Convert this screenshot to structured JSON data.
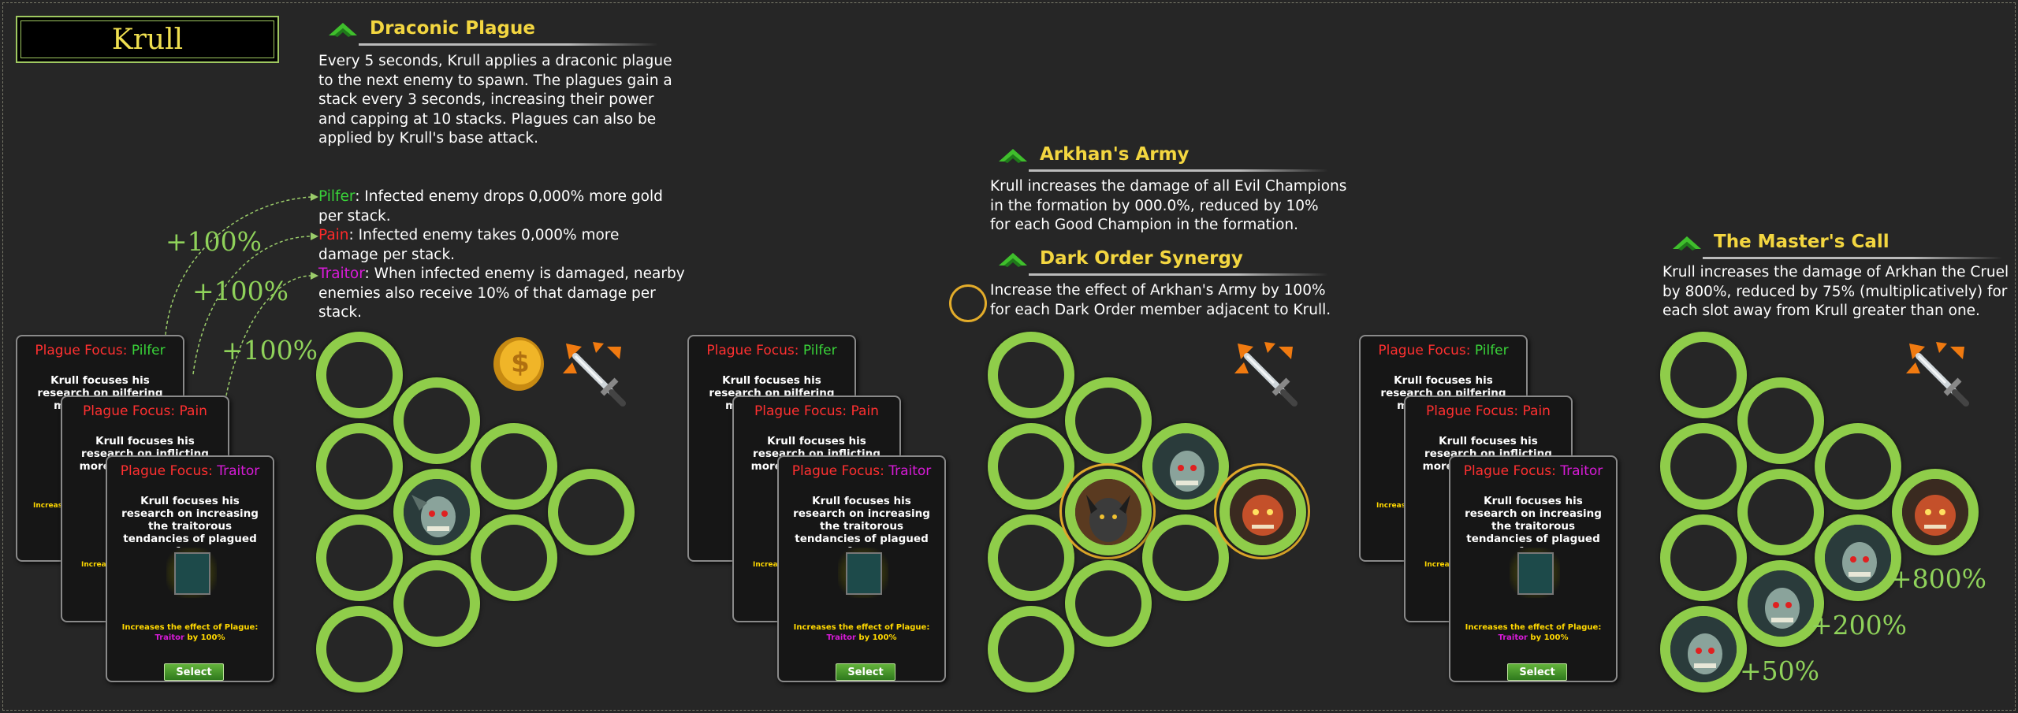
{
  "champion": {
    "name": "Krull"
  },
  "colors": {
    "ring": "#8fcd4a",
    "header": "#f3d640",
    "pilfer": "#39d339",
    "pain": "#ff2a2a",
    "traitor": "#d81bd8",
    "bonus": "#8fd25a",
    "highlight": "#e3ac2a"
  },
  "abilities": {
    "draconic_plague": {
      "title": "Draconic Plague",
      "desc": [
        "Every 5 seconds, Krull applies a draconic plague",
        "to the next enemy to spawn. The plagues gain a",
        "stack every 3 seconds, increasing their power",
        "and capping at 10 stacks. Plagues can also be",
        "applied by Krull's base attack."
      ],
      "effects": [
        {
          "name": "Pilfer",
          "sep": ": ",
          "line1": "Infected enemy drops 0,000% more gold",
          "line2": "per stack."
        },
        {
          "name": "Pain",
          "sep": ": ",
          "line1": "Infected enemy takes 0,000% more",
          "line2": "damage per stack."
        },
        {
          "name": "Traitor",
          "sep": ": ",
          "line1": "When infected enemy is damaged, nearby",
          "line2": "enemies also receive 10% of that damage per",
          "line3": "stack."
        }
      ],
      "bonuses": [
        "+100%",
        "+100%",
        "+100%"
      ]
    },
    "arkhans_army": {
      "title": "Arkhan's Army",
      "desc": [
        "Krull increases the damage of all Evil Champions",
        "in the formation by 000.0%, reduced by 10%",
        "for each Good Champion in the formation."
      ]
    },
    "dark_order_synergy": {
      "title": "Dark Order Synergy",
      "desc": [
        "Increase the effect of Arkhan's Army by 100%",
        "for each Dark Order member adjacent to Krull."
      ]
    },
    "masters_call": {
      "title": "The Master's Call",
      "desc": [
        "Krull increases the damage of Arkhan the Cruel",
        "by 800%, reduced by 75% (multiplicatively) for",
        "each slot away from Krull greater than one."
      ],
      "bonuses": [
        "+800%",
        "+200%",
        "+50%"
      ]
    }
  },
  "cards": {
    "prefix": "Plague Focus: ",
    "pilfer": {
      "name": "Pilfer",
      "desc": "Krull focuses his research on pilfering more gold from"
    },
    "pain": {
      "name": "Pain",
      "desc": "Krull focuses his research on inflicting more pain on plagued"
    },
    "traitor": {
      "name": "Traitor",
      "desc": "Krull focuses his research on increasing the traitorous tendancies of plagued foes.",
      "effect_line1": "Increases the effect of Plague:",
      "effect_name": "Traitor",
      "effect_suffix": " by 100%"
    },
    "stub_increa": "Increa",
    "stub_increas": "Increas",
    "select_label": "Select"
  },
  "icons": [
    "chevron-up-icon",
    "gold-coin-icon",
    "sword-icon"
  ]
}
